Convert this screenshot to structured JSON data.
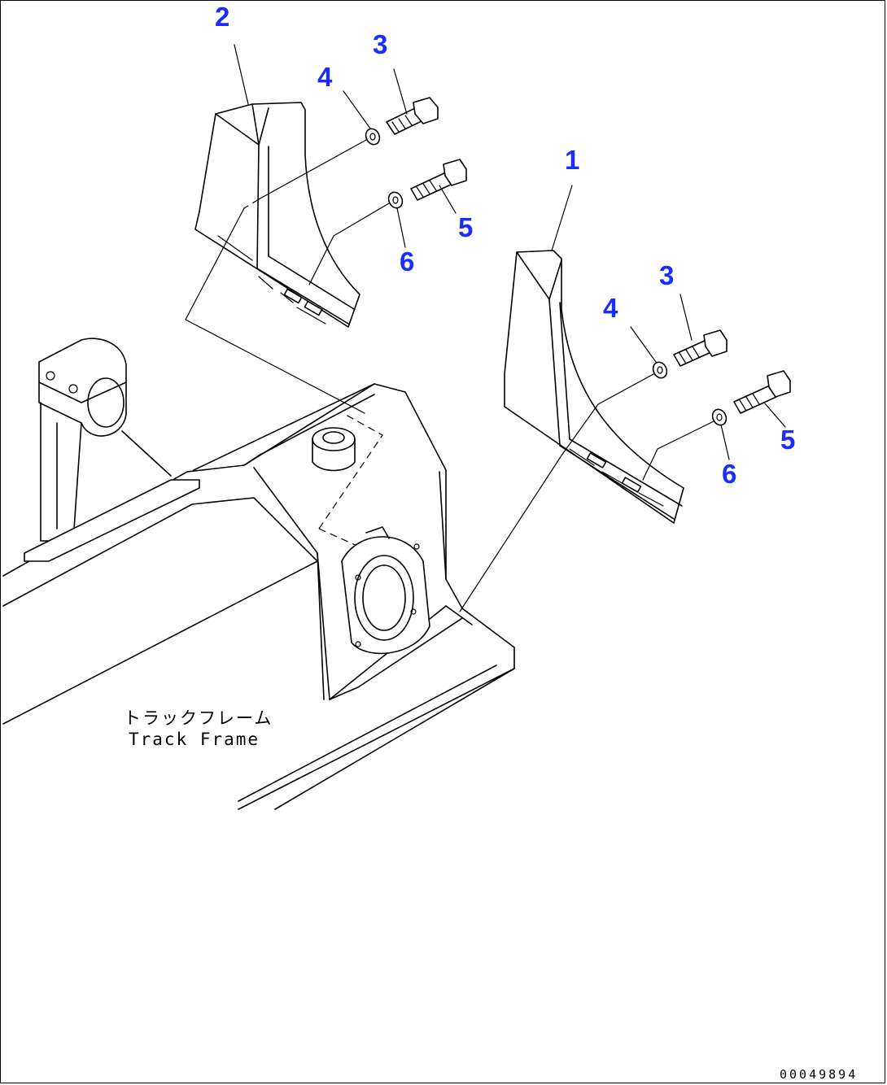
{
  "callouts": {
    "left_guard": "2",
    "left_bolt_upper": "3",
    "left_washer_upper": "4",
    "left_bolt_lower": "5",
    "left_washer_lower": "6",
    "right_guard": "1",
    "right_bolt_upper": "3",
    "right_washer_upper": "4",
    "right_bolt_lower": "5",
    "right_washer_lower": "6"
  },
  "frame_label": {
    "japanese": "トラックフレーム",
    "english": "Track Frame"
  },
  "drawing_number": "00049894",
  "colors": {
    "callout": "#1a2cff",
    "line": "#000000"
  }
}
